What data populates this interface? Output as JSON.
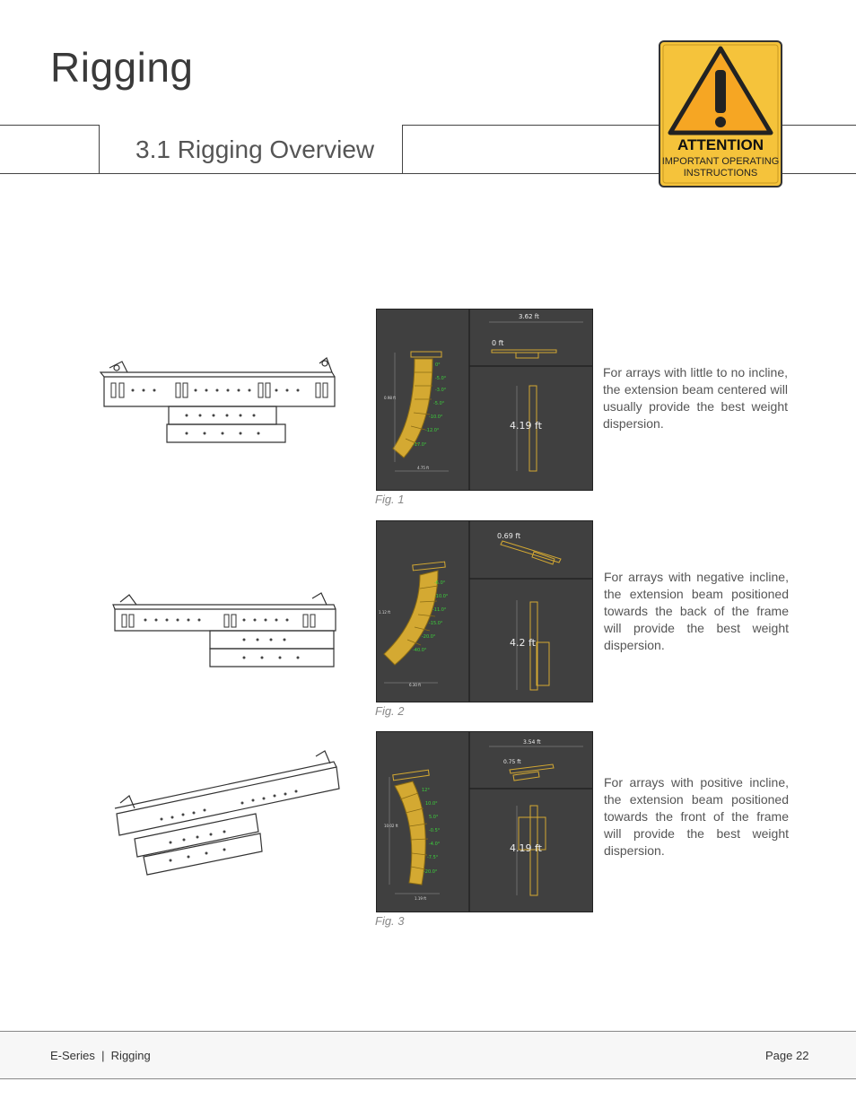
{
  "header": {
    "title": "Rigging",
    "section": "3.1 Rigging Overview"
  },
  "attention": {
    "heading": "ATTENTION",
    "line1": "IMPORTANT OPERATING",
    "line2": "INSTRUCTIONS",
    "colors": {
      "sign": "#f5c33b",
      "triangle": "#f6a623"
    }
  },
  "figures": [
    {
      "caption": "Fig. 1",
      "text": "For arrays with little to no incline, the extension beam centered will usually provide the best weight dispersion.",
      "labels": {
        "top_width": "3.62 ft",
        "offset": "0 ft",
        "side": "4.19 ft",
        "bottom": "4.75 ft",
        "height": "0.98 ft"
      }
    },
    {
      "caption": "Fig. 2",
      "text": "For arrays with negative incline, the extension beam positioned towards the back of the frame will provide the best weight dispersion.",
      "labels": {
        "top_width": "",
        "offset": "0.69 ft",
        "side": "4.2 ft",
        "bottom": "6.30 ft",
        "height": "1.12 ft"
      }
    },
    {
      "caption": "Fig. 3",
      "text": "For arrays with positive incline, the extension beam positioned towards the front of the frame will provide the best weight dispersion.",
      "labels": {
        "top_width": "3.54 ft",
        "offset": "0.75 ft",
        "side": "4.19 ft",
        "bottom": "1.19 ft",
        "height": "10.02 ft"
      }
    }
  ],
  "footer": {
    "left": "E-Series  |  Rigging",
    "right": "Page 22"
  }
}
